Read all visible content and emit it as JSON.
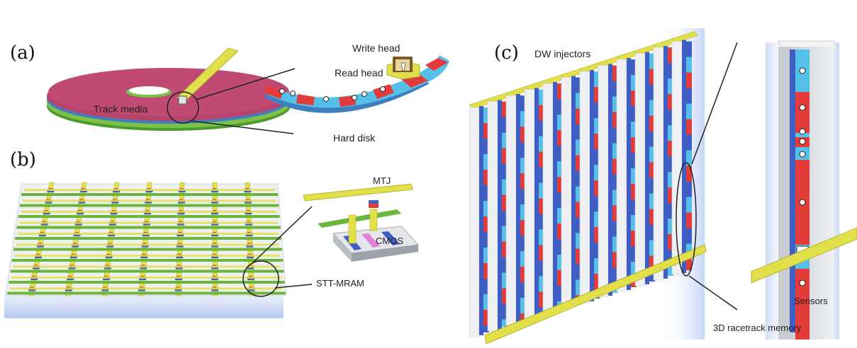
{
  "panels": {
    "a": {
      "label": "(a)",
      "callouts": {
        "write_head": "Write head",
        "read_head": "Read head",
        "track_media": "Track media",
        "hard_disk": "Hard disk"
      }
    },
    "b": {
      "label": "(b)",
      "callouts": {
        "mtj": "MTJ",
        "cmos": "CMOS",
        "stt_mram": "STT-MRAM"
      }
    },
    "c": {
      "label": "(c)",
      "callouts": {
        "dw_injectors": "DW injectors",
        "sensors": "Sensors",
        "racetrack": "3D racetrack memory"
      }
    }
  },
  "colors": {
    "track_magenta": "#b8446b",
    "green": "#6ab53c",
    "yellow": "#e2e04a",
    "red": "#e33a3a",
    "cyan": "#55c0e8",
    "blue": "#3f5fc4",
    "grey_slab": "#d9dde2"
  }
}
